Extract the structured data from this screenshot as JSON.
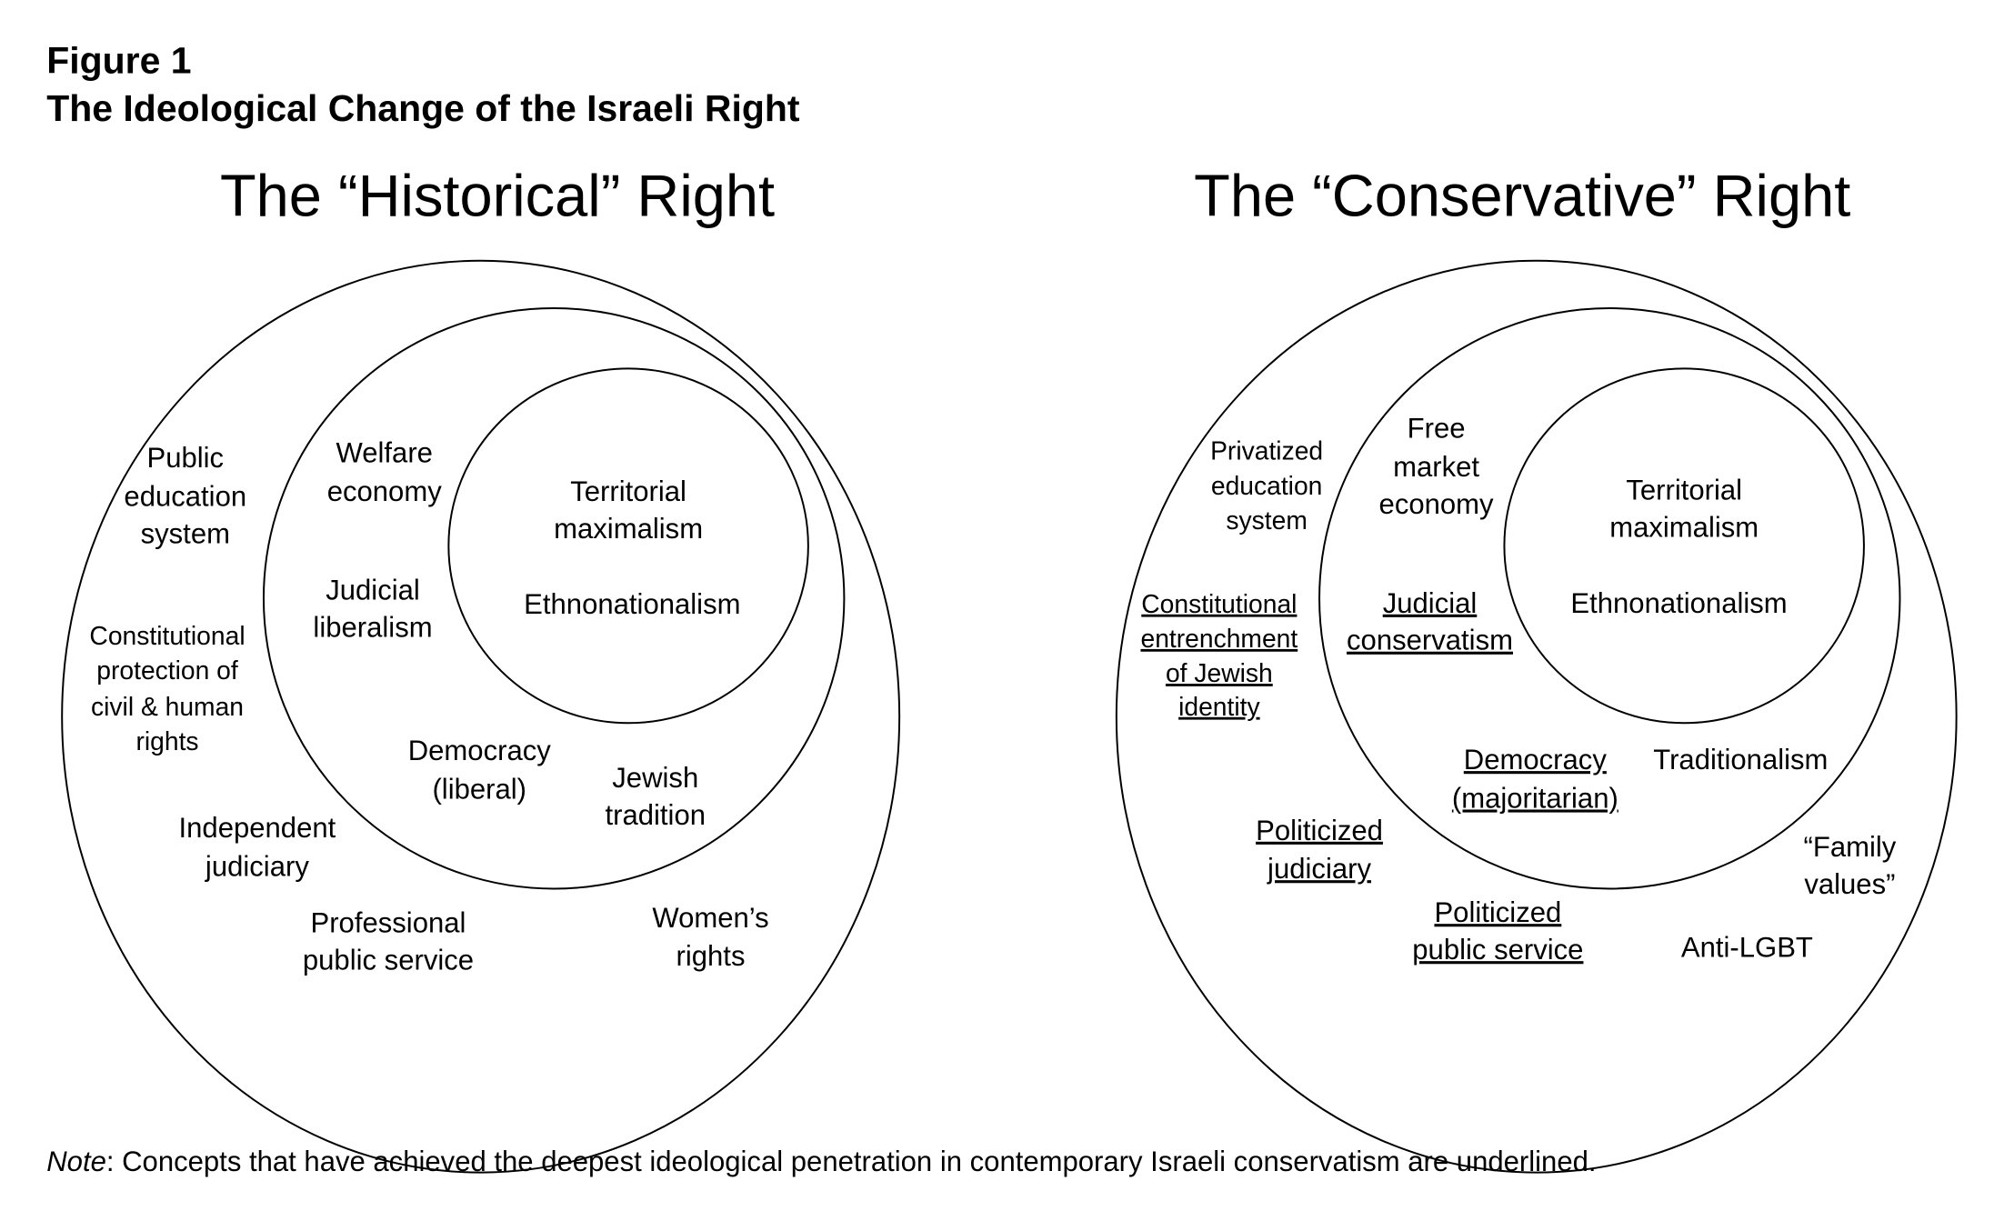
{
  "header": {
    "figure": "Figure 1",
    "title": "The Ideological Change of the Israeli Right"
  },
  "historical": {
    "title": "The “Historical” Right",
    "outer": {
      "public_education": [
        "Public",
        "education",
        "system"
      ],
      "constitutional": [
        "Constitutional",
        "protection of",
        "civil & human",
        "rights"
      ],
      "independent_judiciary": [
        "Independent",
        "judiciary"
      ],
      "public_service": [
        "Professional",
        "public service"
      ],
      "womens_rights": [
        "Women’s",
        "rights"
      ]
    },
    "middle": {
      "welfare": [
        "Welfare",
        "economy"
      ],
      "judicial": [
        "Judicial",
        "liberalism"
      ],
      "democracy": [
        "Democracy",
        "(liberal)"
      ],
      "tradition": [
        "Jewish",
        "tradition"
      ]
    },
    "inner": {
      "territorial": [
        "Territorial",
        "maximalism"
      ],
      "ethno": "Ethnonationalism"
    }
  },
  "conservative": {
    "title": "The “Conservative” Right",
    "outer": {
      "education": [
        "Privatized",
        "education",
        "system"
      ],
      "constitutional": [
        "Constitutional",
        "entrenchment",
        "of Jewish",
        "identity"
      ],
      "judiciary": [
        "Politicized",
        "judiciary"
      ],
      "public_service": [
        "Politicized",
        "public service"
      ],
      "family": [
        "“Family",
        "values”"
      ],
      "lgbt": "Anti-LGBT"
    },
    "middle": {
      "market": [
        "Free",
        "market",
        "economy"
      ],
      "judicial": [
        "Judicial",
        "conservatism"
      ],
      "democracy": [
        "Democracy",
        "(majoritarian)"
      ],
      "tradition": "Traditionalism"
    },
    "inner": {
      "territorial": [
        "Territorial",
        "maximalism"
      ],
      "ethno": "Ethnonationalism"
    }
  },
  "note": {
    "label": "Note",
    "text": ": Concepts that have achieved the deepest ideological penetration in contemporary Israeli conservatism are underlined."
  }
}
